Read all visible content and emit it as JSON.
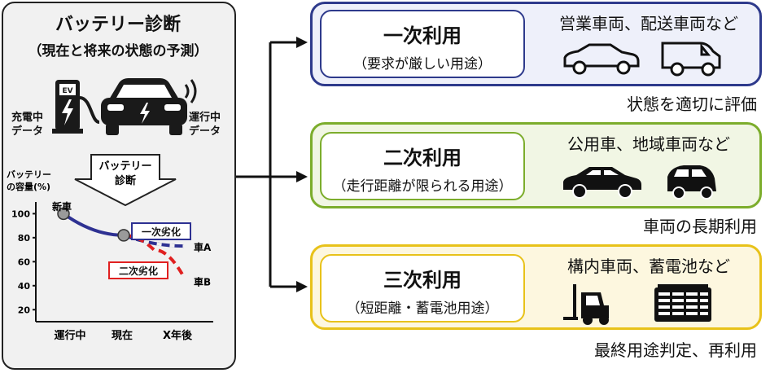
{
  "diagnosis": {
    "title": "バッテリー診断",
    "subtitle": "（現在と将来の状態の予測）",
    "charging_label": [
      "充電中",
      "データ"
    ],
    "driving_label": [
      "運行中",
      "データ"
    ],
    "ev_badge": "EV",
    "arrow_label": [
      "バッテリー",
      "診断"
    ]
  },
  "chart_data": {
    "type": "line",
    "ylabel": [
      "バッテリー",
      "の容量(%)"
    ],
    "yticks": [
      100,
      80,
      60,
      40,
      20
    ],
    "xticks": [
      "運行中",
      "現在",
      "X年後"
    ],
    "ylim": [
      10,
      105
    ],
    "annotations": {
      "new": "新車",
      "primary": "一次劣化",
      "secondary": "二次劣化"
    },
    "series": [
      {
        "name": "車A",
        "points": [
          [
            0,
            100
          ],
          [
            1,
            82
          ],
          [
            2,
            73
          ]
        ],
        "color": "#2e3192"
      },
      {
        "name": "車B",
        "points": [
          [
            1,
            82
          ],
          [
            1.5,
            70
          ],
          [
            2,
            47
          ]
        ],
        "color": "#e02020"
      }
    ]
  },
  "uses": [
    {
      "title": "一次利用",
      "subtitle": "（要求が厳しい用途）",
      "examples": "営業車両、配送車両など",
      "outcome": "状態を適切に評価",
      "icons": [
        "sedan-icon",
        "van-icon"
      ]
    },
    {
      "title": "二次利用",
      "subtitle": "（走行距離が限られる用途）",
      "examples": "公用車、地域車両など",
      "outcome": "車両の長期利用",
      "icons": [
        "sedan-icon",
        "compact-car-icon"
      ]
    },
    {
      "title": "三次利用",
      "subtitle": "（短距離・蓄電池用途）",
      "examples": "構内車両、蓄電池など",
      "outcome": "最終用途判定、再利用",
      "icons": [
        "forklift-icon",
        "battery-storage-icon"
      ]
    }
  ],
  "colors": {
    "primary": "#2e3a8c",
    "primary_bg": "#eef0fa",
    "secondary": "#7cad2c",
    "secondary_bg": "#f1f6e4",
    "tertiary": "#e8c21a",
    "tertiary_bg": "#fdf7df"
  }
}
